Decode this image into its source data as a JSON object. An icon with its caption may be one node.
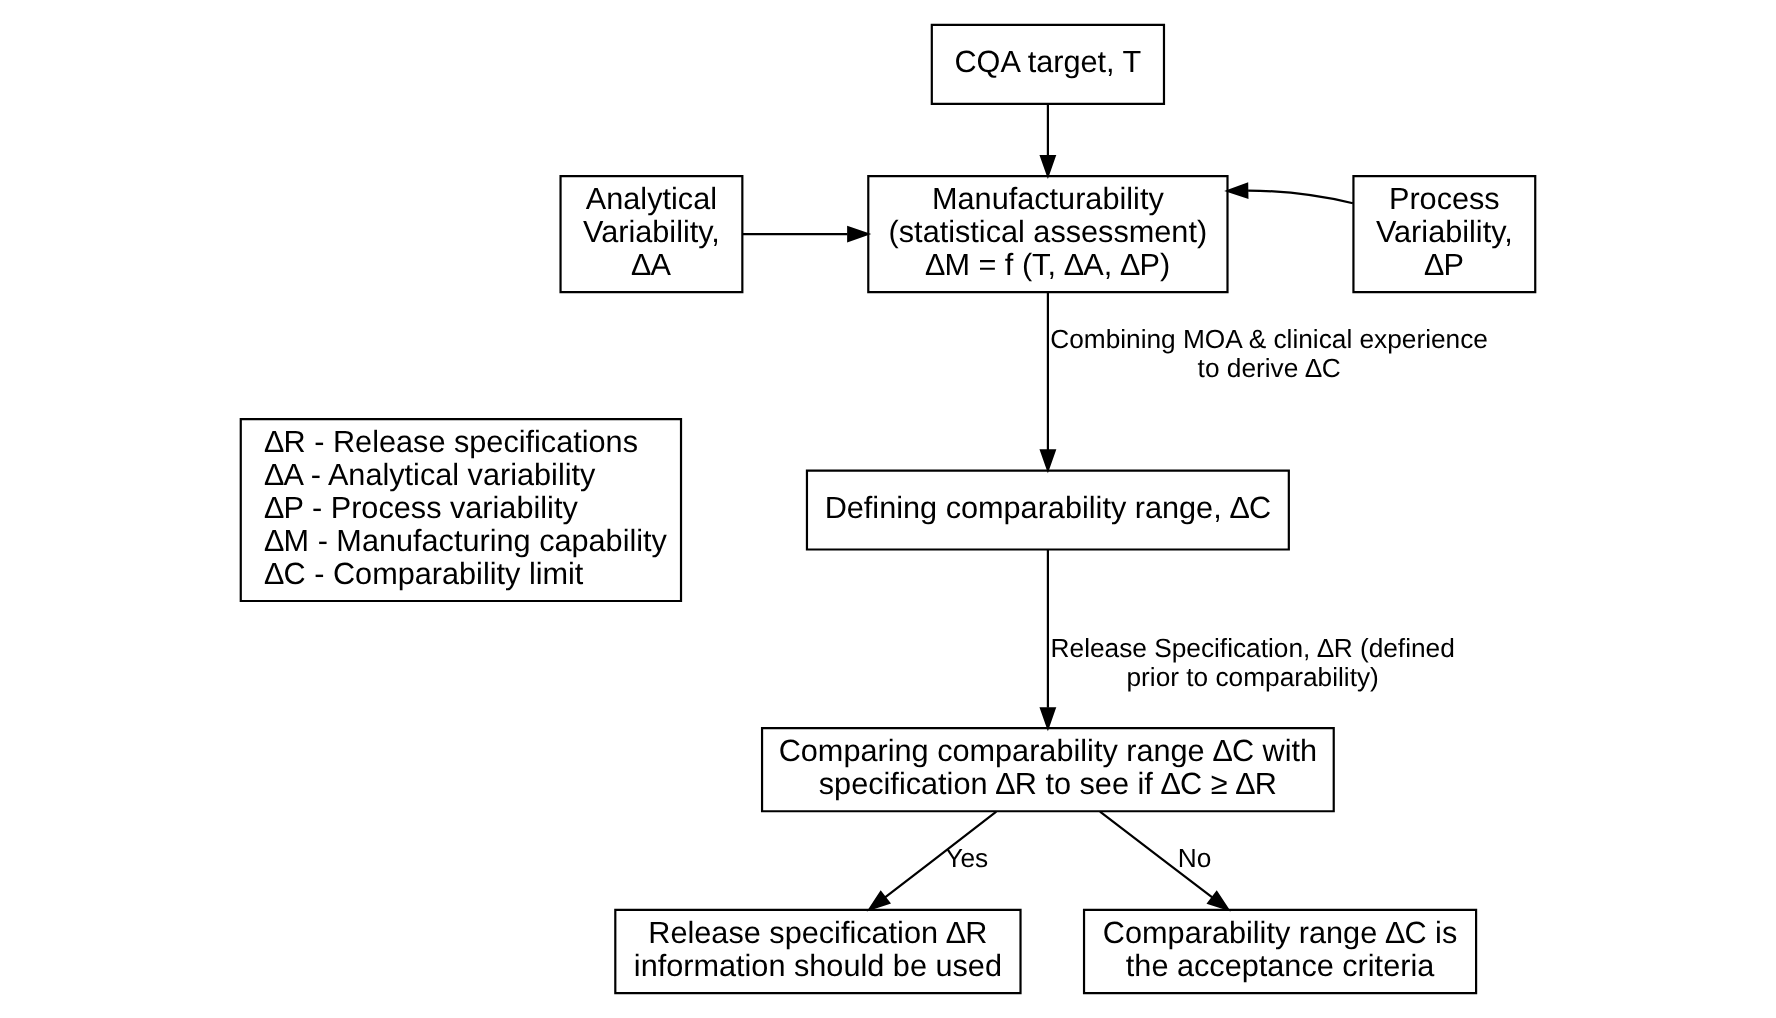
{
  "diagram": {
    "nodes": [
      {
        "text": [
          "CQA target, T"
        ]
      },
      {
        "text": [
          "Analytical Variability, ∆A"
        ]
      },
      {
        "text": [
          "Manufacturability",
          "(statistical assessment)",
          "∆M = f (T, ∆A, ∆P)"
        ]
      },
      {
        "text": [
          "Process Variability, ∆P"
        ]
      },
      {
        "text": [
          "∆R - Release specifications",
          "∆A - Analytical variability",
          "∆P - Process variability",
          "∆M - Manufacturing capability",
          "∆C - Comparability limit"
        ]
      },
      {
        "text": [
          "Defining comparability range, ∆C"
        ]
      },
      {
        "text": [
          "Comparing comparability range ∆C with specification ∆R to see if ∆C ≥ ∆R"
        ]
      },
      {
        "text": [
          "Release specification ∆R information should be used"
        ]
      },
      {
        "text": [
          "Comparability range ∆C is the acceptance criteria"
        ]
      }
    ],
    "edges": [
      {
        "from": 0,
        "to": 2,
        "arrow": "to"
      },
      {
        "from": 1,
        "to": 2,
        "arrow": "to"
      },
      {
        "from": 3,
        "to": 2,
        "arrow": "to"
      },
      {
        "from": 2,
        "to": 5,
        "arrow": "to",
        "label": "Combining MOA & clinical experience to derive ∆C"
      },
      {
        "from": 5,
        "to": 6,
        "arrow": "to",
        "label": "Release Specification, ∆R (defined prior to comparability)"
      },
      {
        "from": 6,
        "to": 7,
        "arrow": "to",
        "label": "Yes"
      },
      {
        "from": 6,
        "to": 8,
        "arrow": "to",
        "label": "No"
      }
    ]
  }
}
